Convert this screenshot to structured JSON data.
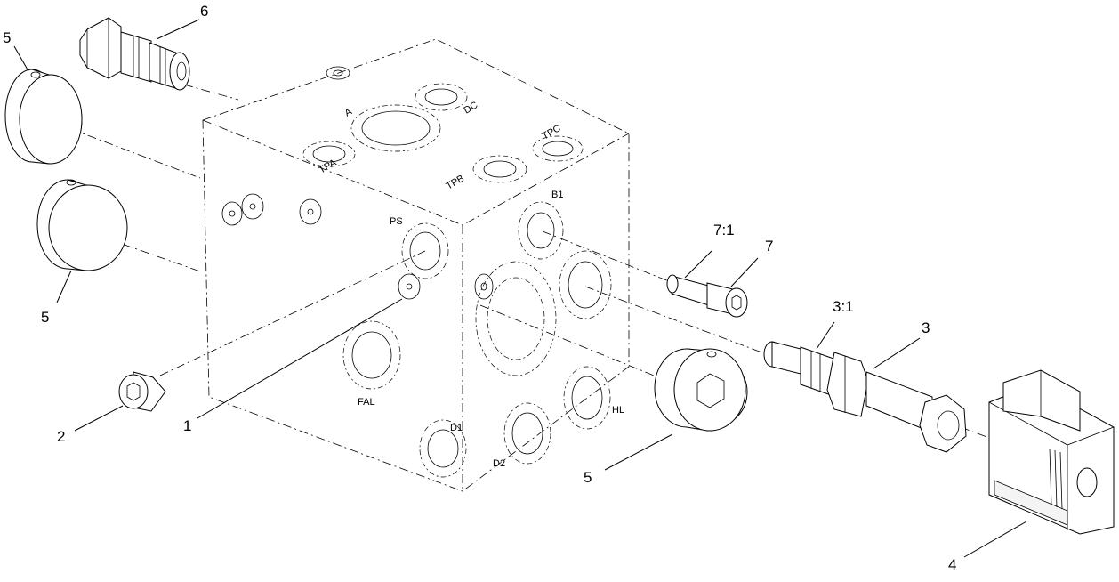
{
  "callouts": {
    "c5_top": "5",
    "c6": "6",
    "c5_mid": "5",
    "c2": "2",
    "c1": "1",
    "c7_1": "7:1",
    "c7": "7",
    "c3_1": "3:1",
    "c3": "3",
    "c5_low": "5",
    "c4": "4"
  },
  "ports": {
    "a": "A",
    "dc": "DC",
    "tpa": "TPA",
    "tpb": "TPB",
    "tpc": "TPC",
    "ps": "PS",
    "b1": "B1",
    "fal": "FAL",
    "d1": "D1",
    "d2": "D2",
    "hl": "HL"
  }
}
